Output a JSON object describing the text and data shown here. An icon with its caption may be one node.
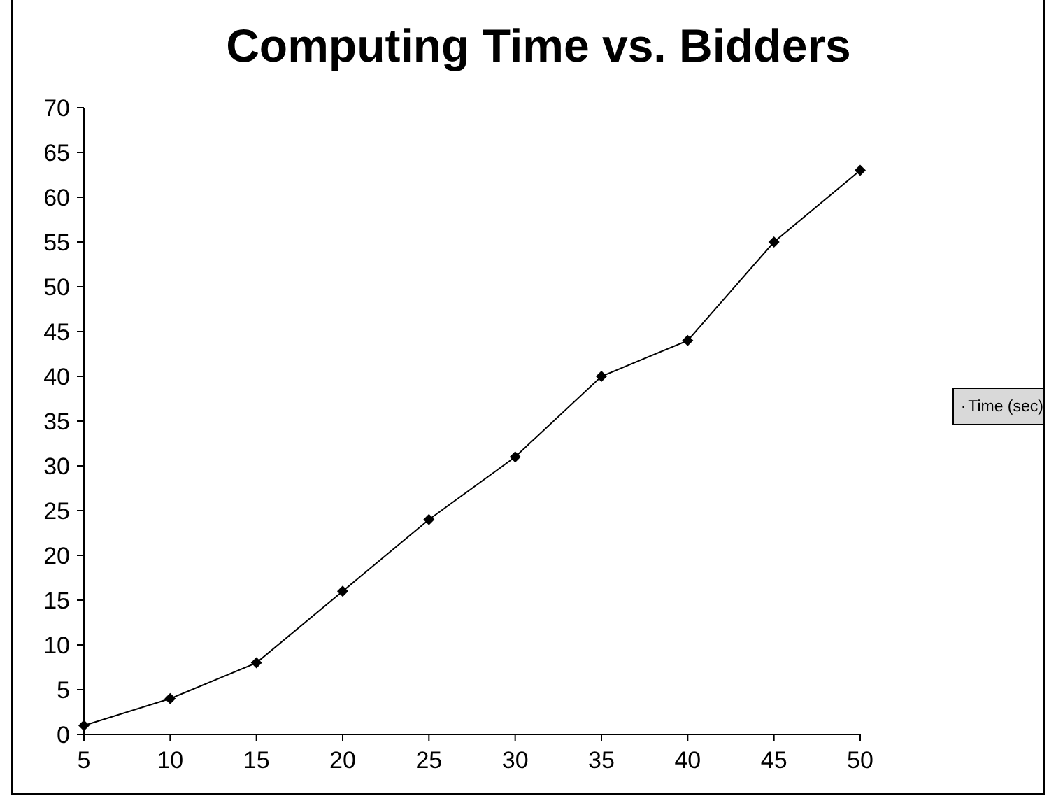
{
  "diagram": {
    "title": "Computing Time vs. Bidders",
    "chart_data": {
      "type": "line",
      "x": [
        5,
        10,
        15,
        20,
        25,
        30,
        35,
        40,
        45,
        50
      ],
      "series": [
        {
          "name": "Time (sec)",
          "color": "#000000",
          "marker": "diamond",
          "values": [
            1,
            4,
            8,
            16,
            24,
            31,
            40,
            44,
            55,
            63
          ]
        }
      ],
      "xlim": [
        5,
        50
      ],
      "ylim": [
        0,
        70
      ],
      "xticks": [
        5,
        10,
        15,
        20,
        25,
        30,
        35,
        40,
        45,
        50
      ],
      "yticks": [
        0,
        5,
        10,
        15,
        20,
        25,
        30,
        35,
        40,
        45,
        50,
        55,
        60,
        65,
        70
      ]
    }
  }
}
